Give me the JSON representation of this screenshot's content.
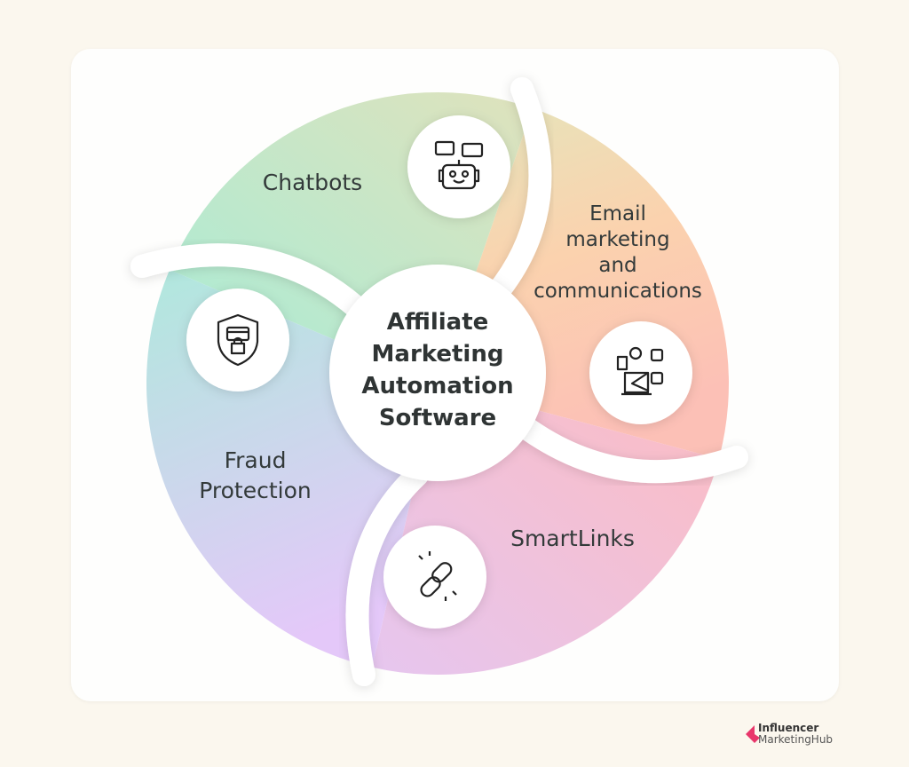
{
  "center_title": [
    "Affiliate",
    "Marketing",
    "Automation",
    "Software"
  ],
  "segments": [
    {
      "label": "Chatbots",
      "icon": "chatbot-robot-icon",
      "colors": [
        "#a9ead6",
        "#dde3bd"
      ]
    },
    {
      "label_lines": [
        "Email",
        "marketing",
        "and",
        "communications"
      ],
      "icon": "marketing-megaphone-icon",
      "colors": [
        "#e6e4bb",
        "#fcc7b4"
      ]
    },
    {
      "label": "SmartLinks",
      "icon": "broken-chain-link-icon",
      "colors": [
        "#f9b9c9",
        "#e4c4ef"
      ]
    },
    {
      "label_lines": [
        "Fraud",
        "Protection"
      ],
      "icon": "shield-lock-icon",
      "colors": [
        "#b4e6df",
        "#e2c9f8"
      ]
    }
  ],
  "brand": {
    "line1": "Influencer",
    "line2": "MarketingHub",
    "color": "#e8366b"
  }
}
